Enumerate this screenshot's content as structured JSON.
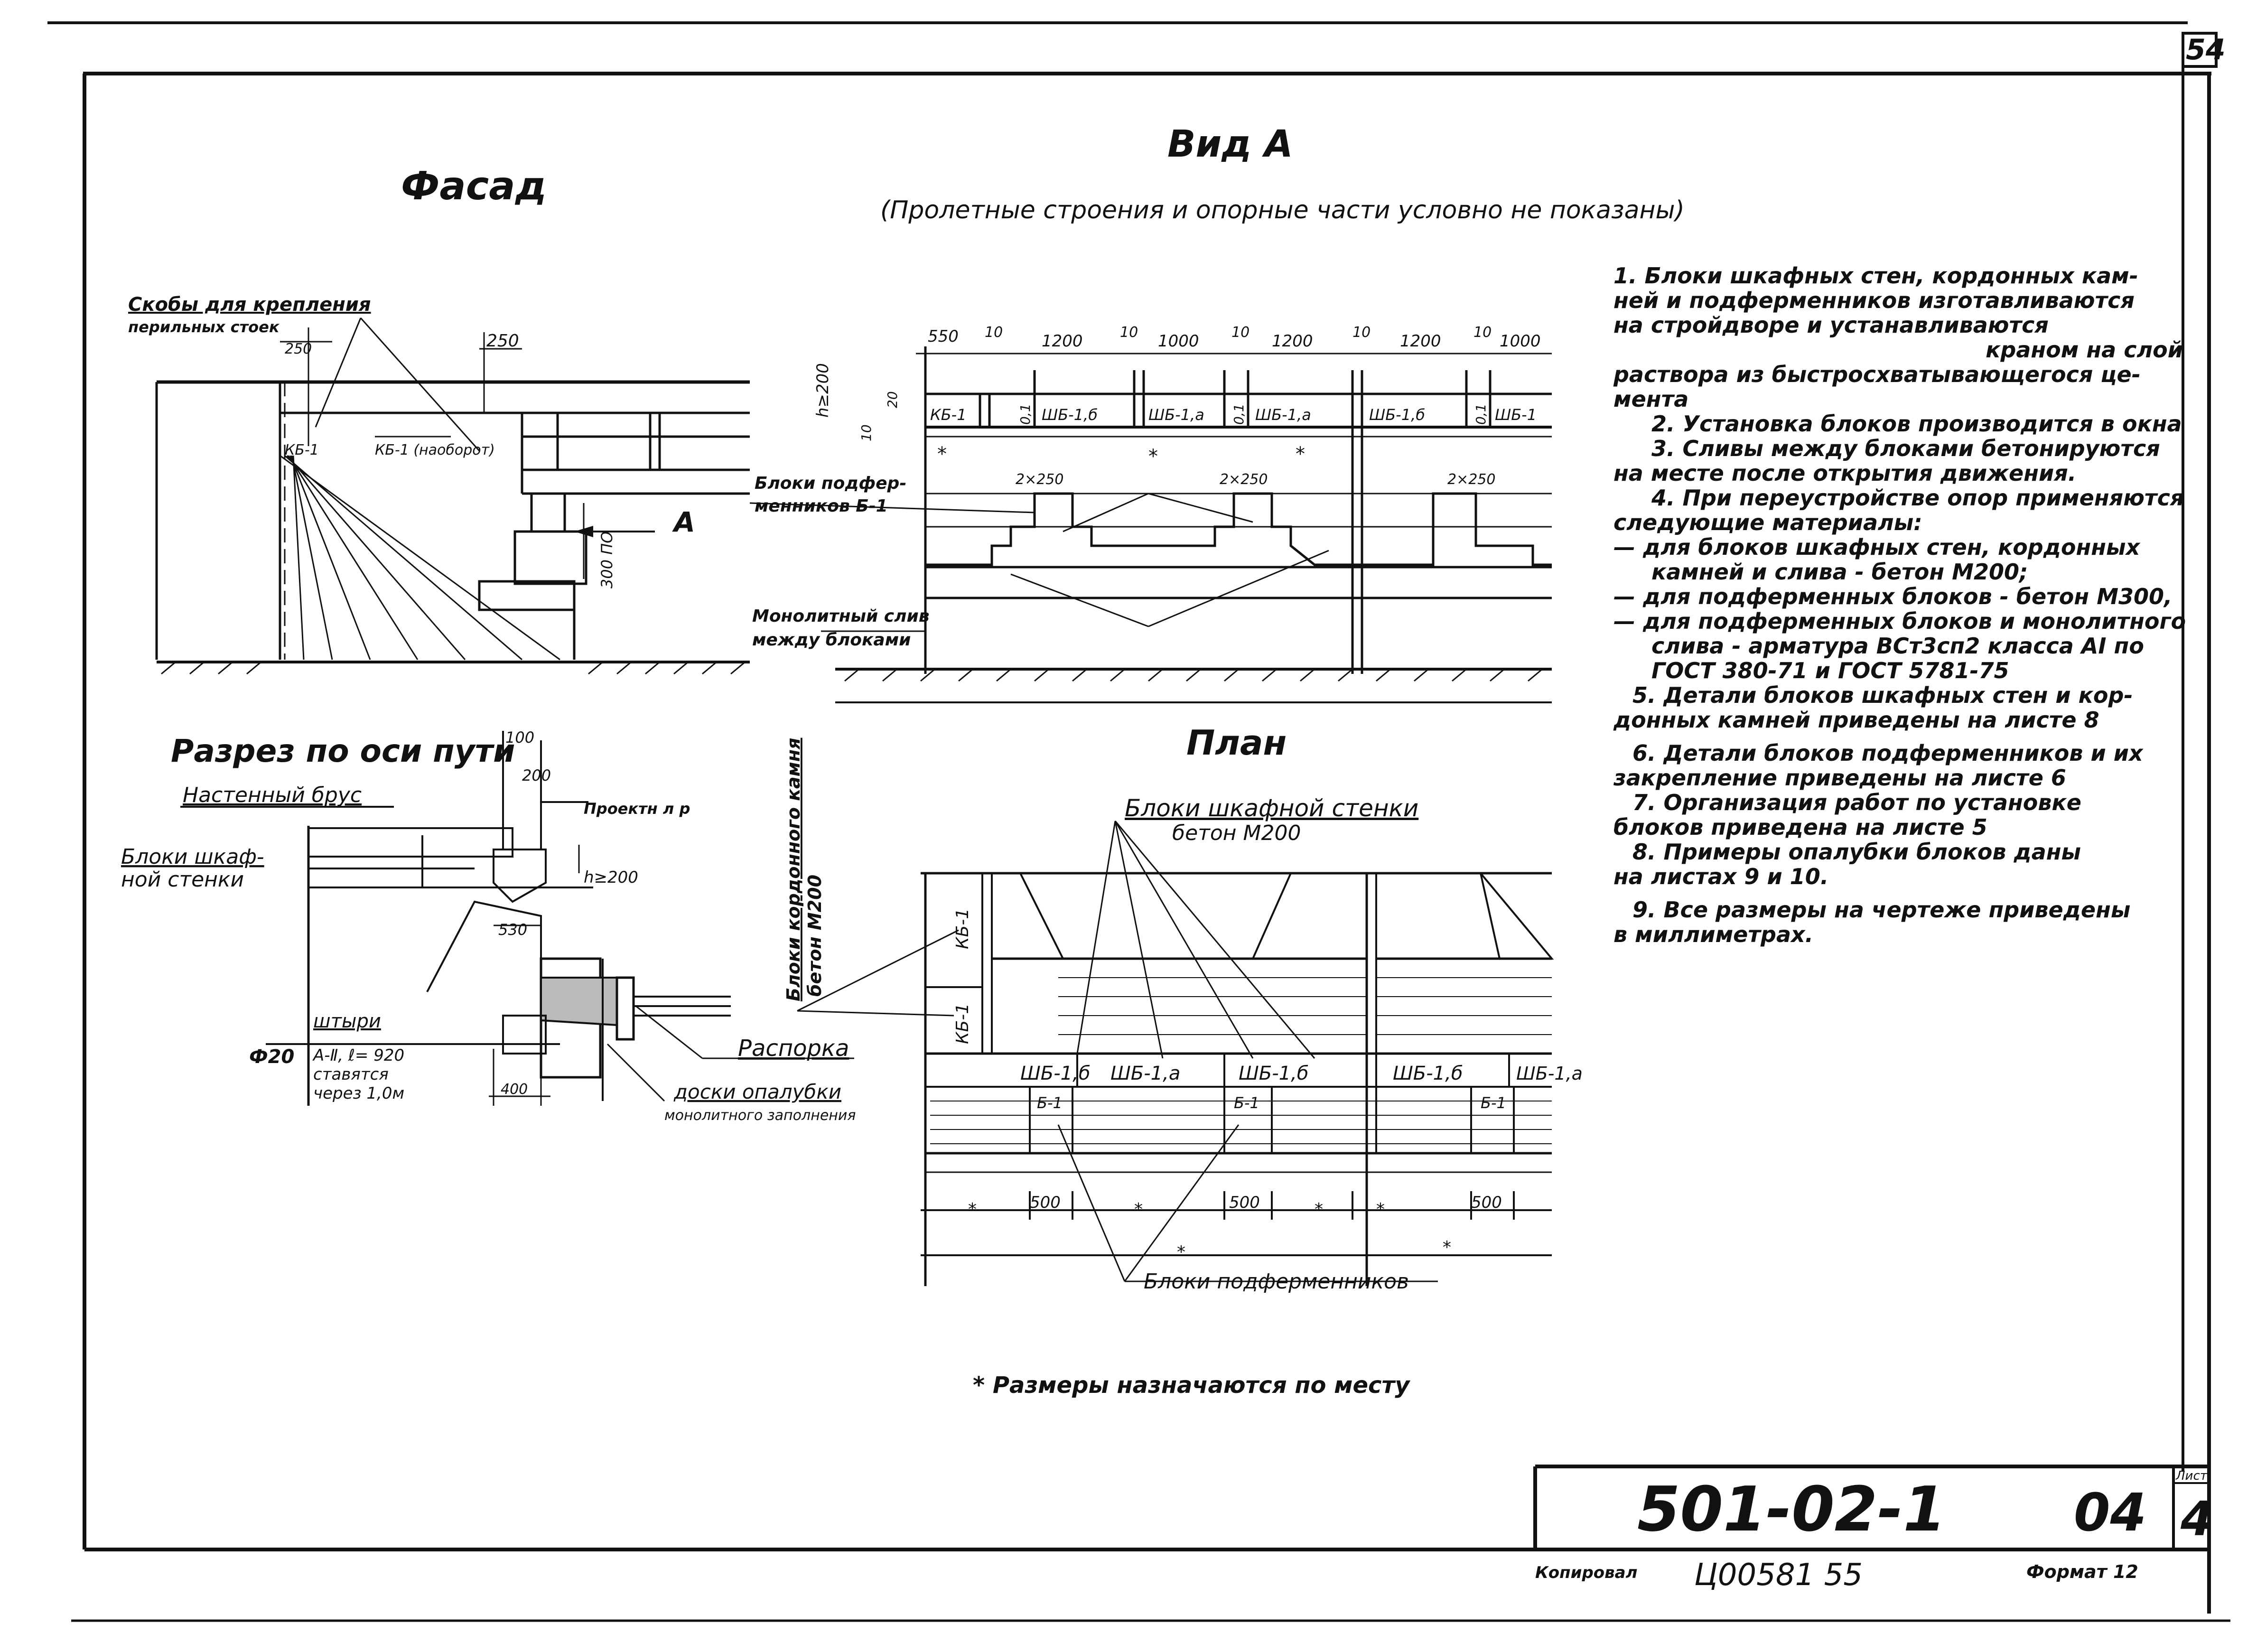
{
  "sheet_number_corner": "54",
  "titles": {
    "vid_a": "Вид А",
    "vid_a_sub": "(Пролетные строения и опорные части условно не показаны)",
    "fasad": "Фасад",
    "razrez": "Разрез по оси пути",
    "plan": "План"
  },
  "facade": {
    "skoby_1": "Скобы для крепления",
    "skoby_2": "перильных стоек",
    "dim_250a": "250",
    "dim_250b": "250",
    "kb1": "КБ-1",
    "kb1_note": "КБ-1 (наоборот)",
    "kb_label": "КБ-1",
    "dim_300": "300 ПО",
    "arrow_a": "А"
  },
  "view_a": {
    "dims": [
      "550",
      "10",
      "1200",
      "10",
      "1000",
      "10",
      "1200",
      "10",
      "1200",
      "10",
      "1000"
    ],
    "h_label": "h≥200",
    "dim_20": "20",
    "dim_10": "10",
    "kb1": "КБ-1",
    "blocks": [
      "ШБ-1,б",
      "ШБ-1,а",
      "ШБ-1,а",
      "ШБ-1,б",
      "ШБ-1"
    ],
    "slots": [
      "0,1",
      "0,1",
      "0,1"
    ],
    "star": "*",
    "podf_1": "Блоки подфер-",
    "podf_2": "менников Б-1",
    "dim_2x250": "2×250",
    "monol_1": "Монолитный слив",
    "monol_2": "между блоками"
  },
  "section": {
    "dim_100": "100",
    "dim_200": "200",
    "nastenny": "Настенный брус",
    "proekt": "Проектн л р",
    "bloki_1": "Блоки шкаф-",
    "bloki_2": "ной стенки",
    "h200": "h≥200",
    "dim_530": "530",
    "shtyri": "штыри",
    "phi20": "Ф20",
    "shtyri_spec_1": "А-Ⅱ, ℓ= 920",
    "shtyri_spec_2": "ставятся",
    "shtyri_spec_3": "через 1,0м",
    "dim_400": "400",
    "rasporka": "Распорка",
    "doski_1": "доски опалубки",
    "doski_2": "монолитного заполнения"
  },
  "plan": {
    "kordon_1": "Блоки кордонного камня",
    "kordon_2": "бетон М200",
    "shkaf_1": "Блоки шкафной стенки",
    "shkaf_2": "бетон М200",
    "kb1a": "КБ-1",
    "kb1b": "КБ-1",
    "blocks": [
      "ШБ-1,б",
      "ШБ-1,а",
      "ШБ-1,б",
      "ШБ-1,б",
      "ШБ-1,а"
    ],
    "b1a": "Б-1",
    "b1b": "Б-1",
    "b1c": "Б-1",
    "dims": [
      "*",
      "500",
      "*",
      "500",
      "*",
      "*",
      "500"
    ],
    "podf": "Блоки подферменников",
    "star": "*"
  },
  "notes": [
    "1. Блоки шкафных стен, кордонных кам-",
    "ней и подферменников изготавливаются",
    "на стройдворе и устанавливаются",
    "краном на слой",
    "раствора из быстросхватывающегося це-",
    "мента",
    "2. Установка блоков производится в окна",
    "3. Сливы между блоками бетонируются",
    "на месте после открытия движения.",
    "4. При переустройстве опор применяются",
    "следующие материалы:",
    "— для блоков шкафных стен, кордонных",
    "камней и слива - бетон М200;",
    "— для подферменных блоков - бетон М300,",
    "— для подферменных блоков и монолитного",
    "слива - арматура ВСт3сп2 класса АI по",
    "ГОСТ 380-71 и ГОСТ 5781-75",
    "5. Детали блоков шкафных стен и кор-",
    "донных камней приведены на листе 8",
    "6. Детали блоков подферменников и их",
    "закрепление приведены на листе 6",
    "7. Организация работ по установке",
    "блоков приведена на листе 5",
    "8. Примеры опалубки блоков даны",
    "на листах 9 и 10.",
    "9. Все размеры на чертеже приведены",
    "в миллиметрах."
  ],
  "footnote": "* Размеры назначаются по месту",
  "stamp": {
    "code": "501-02-1",
    "sheet_code": "04",
    "list_label": "Лист",
    "list_number": "4"
  },
  "bottom": {
    "kopiroval": "Копировал",
    "handwritten": "Ц00581 55",
    "format": "Формат 12"
  }
}
